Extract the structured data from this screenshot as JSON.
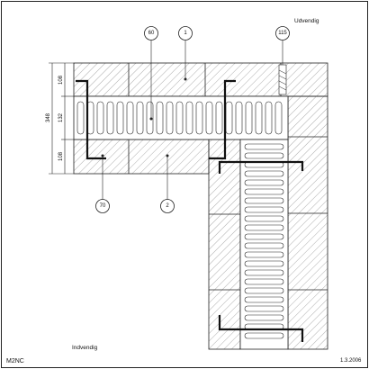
{
  "labels": {
    "outside": "Udvendig",
    "inside": "Indvendig",
    "drawing_code": "M2NC",
    "date": "1.3.2006"
  },
  "dimensions": {
    "total": "348",
    "outer_leaf": "108",
    "cavity": "132",
    "inner_leaf": "108"
  },
  "callouts": [
    {
      "id": "60"
    },
    {
      "id": "1"
    },
    {
      "id": "115"
    },
    {
      "id": "70"
    },
    {
      "id": "2"
    }
  ],
  "colors": {
    "line": "#222222",
    "hatch": "#8a8a8a",
    "tie": "#111111",
    "insulation_fill": "#ffffff"
  }
}
